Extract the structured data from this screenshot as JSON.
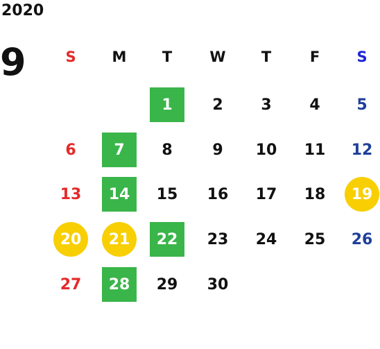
{
  "year": "2020",
  "month": "9",
  "weekdays": [
    "S",
    "M",
    "T",
    "W",
    "T",
    "F",
    "S"
  ],
  "weeks": [
    [
      {
        "day": "",
        "type": "empty"
      },
      {
        "day": "",
        "type": "empty"
      },
      {
        "day": "1",
        "type": "green"
      },
      {
        "day": "2",
        "type": "normal"
      },
      {
        "day": "3",
        "type": "normal"
      },
      {
        "day": "4",
        "type": "normal"
      },
      {
        "day": "5",
        "type": "sat"
      }
    ],
    [
      {
        "day": "6",
        "type": "sun"
      },
      {
        "day": "7",
        "type": "green"
      },
      {
        "day": "8",
        "type": "normal"
      },
      {
        "day": "9",
        "type": "normal"
      },
      {
        "day": "10",
        "type": "normal"
      },
      {
        "day": "11",
        "type": "normal"
      },
      {
        "day": "12",
        "type": "sat"
      }
    ],
    [
      {
        "day": "13",
        "type": "sun"
      },
      {
        "day": "14",
        "type": "green"
      },
      {
        "day": "15",
        "type": "normal"
      },
      {
        "day": "16",
        "type": "normal"
      },
      {
        "day": "17",
        "type": "normal"
      },
      {
        "day": "18",
        "type": "normal"
      },
      {
        "day": "19",
        "type": "holiday"
      }
    ],
    [
      {
        "day": "20",
        "type": "holiday"
      },
      {
        "day": "21",
        "type": "holiday"
      },
      {
        "day": "22",
        "type": "green"
      },
      {
        "day": "23",
        "type": "normal"
      },
      {
        "day": "24",
        "type": "normal"
      },
      {
        "day": "25",
        "type": "normal"
      },
      {
        "day": "26",
        "type": "sat"
      }
    ],
    [
      {
        "day": "27",
        "type": "sun"
      },
      {
        "day": "28",
        "type": "green"
      },
      {
        "day": "29",
        "type": "normal"
      },
      {
        "day": "30",
        "type": "normal"
      },
      {
        "day": "",
        "type": "empty"
      },
      {
        "day": "",
        "type": "empty"
      },
      {
        "day": "",
        "type": "empty"
      }
    ]
  ],
  "colors": {
    "sunday": "#e42a2a",
    "saturday_header": "#1b25d8",
    "saturday": "#1f3f9a",
    "green_highlight": "#3ab54a",
    "holiday_circle": "#f8cf03"
  }
}
